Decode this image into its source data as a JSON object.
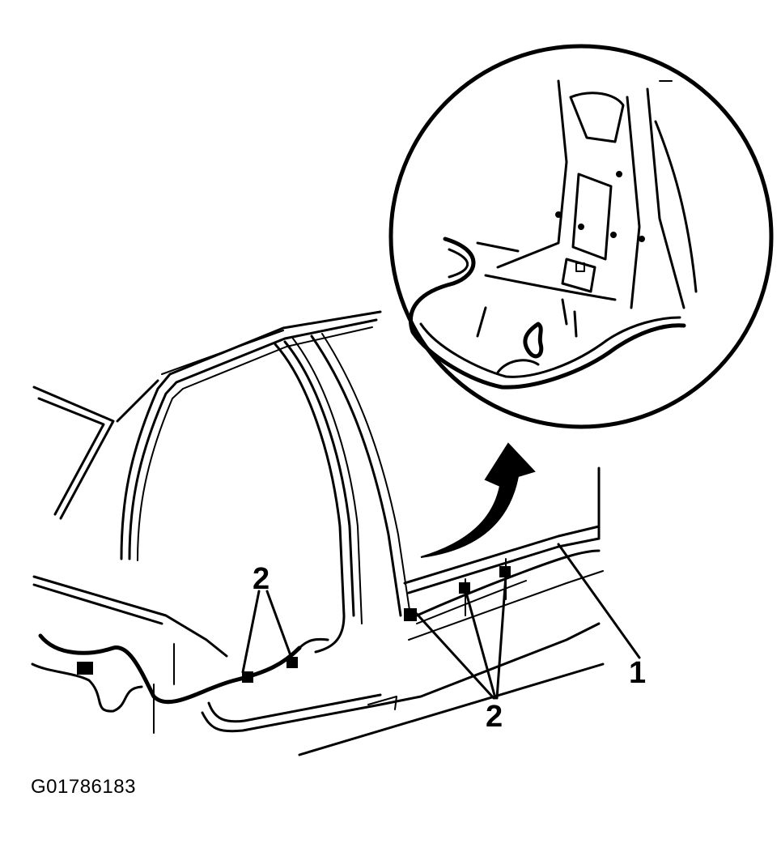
{
  "callouts": {
    "harness_label": "1",
    "clip_label_left": "2",
    "clip_label_right": "2"
  },
  "figure_id": "G01786183",
  "colors": {
    "line": "#000000",
    "background": "#ffffff"
  }
}
